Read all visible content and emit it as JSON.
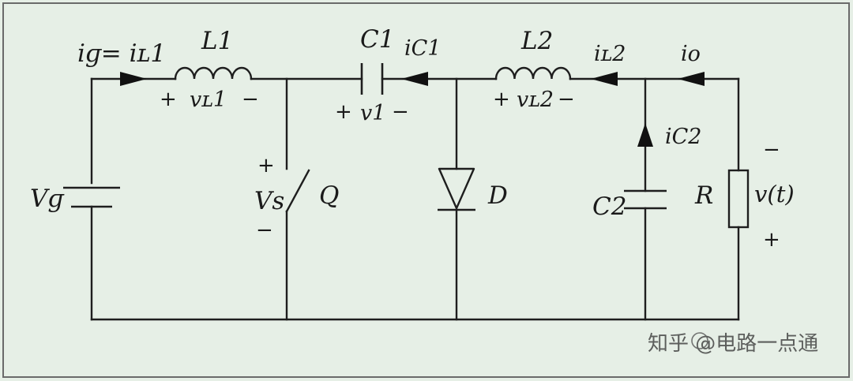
{
  "labels": {
    "ig_eq_iL1": "iɡ= iʟ1",
    "L1": "L1",
    "vL1": "vʟ1",
    "C1": "C1",
    "iC1": "iC1",
    "v1": "v1",
    "L2": "L2",
    "iL2": "iʟ2",
    "vL2": "vʟ2",
    "io": "io",
    "iC2": "iC2",
    "Vg": "Vɡ",
    "Vs": "Vs",
    "Q": "Q",
    "D": "D",
    "C2": "C2",
    "R": "R",
    "vt": "v(t)"
  },
  "signs": {
    "plus": "+",
    "minus": "−"
  },
  "watermark": "知乎 @电路一点通",
  "colors": {
    "background": "#e6efe6",
    "line": "#1e1e1e",
    "border": "#6a6a6a"
  }
}
